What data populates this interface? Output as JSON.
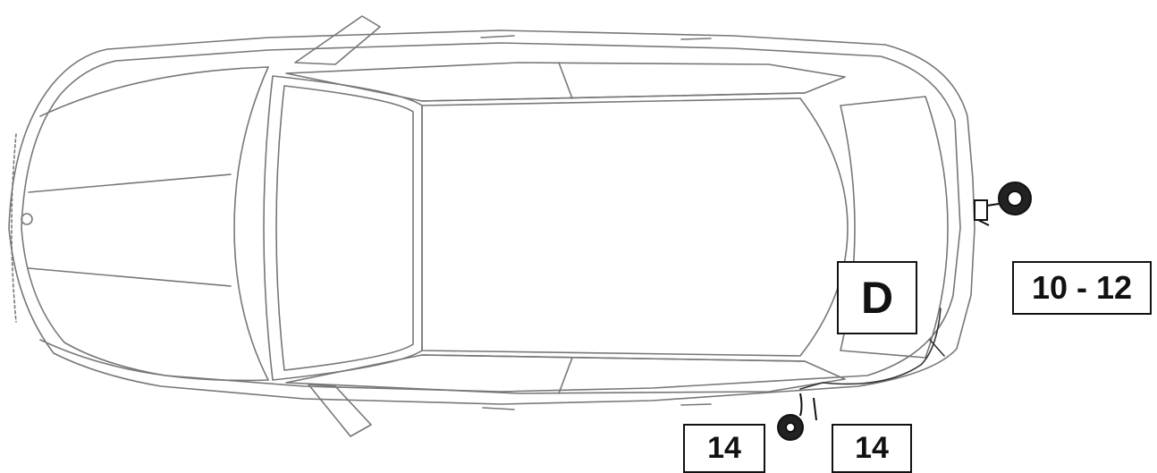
{
  "callouts": {
    "zone_d": "D",
    "step_range": "10 - 12",
    "step_left": "14",
    "step_right": "14"
  },
  "colors": {
    "line": "#777777",
    "dark": "#111111",
    "background": "#ffffff"
  }
}
